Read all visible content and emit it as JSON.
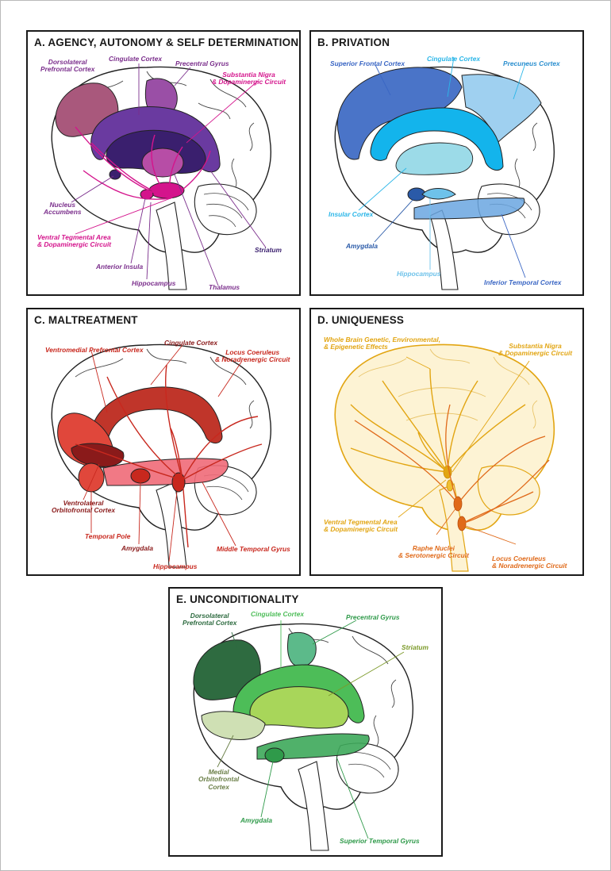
{
  "colors": {
    "agency": "#7b2f8c",
    "agency_pink": "#d4148c",
    "privation": "#3a66c4",
    "privation_light": "#2bb6e8",
    "maltreatment": "#c8281e",
    "uniqueness": "#e2a512",
    "uniqueness_orange": "#e06a1a",
    "unconditionality": "#2f9a4a",
    "unconditionality_olive": "#7c9a2a"
  },
  "panels": {
    "a": {
      "title": "A. AGENCY, AUTONOMY & SELF DETERMINATION",
      "labels": {
        "dlpfc": [
          "Dorsolateral",
          "Prefrontal Cortex"
        ],
        "cingulate": "Cingulate Cortex",
        "precentral": "Precentral Gyrus",
        "substantia": [
          "Substantia Nigra",
          "& Dopaminergic Circuit"
        ],
        "nucleus": [
          "Nucleus",
          "Accumbens"
        ],
        "vta": [
          "Ventral Tegmental Area",
          "& Dopaminergic Circuit"
        ],
        "striatum": "Striatum",
        "insula": "Anterior Insula",
        "hippocampus": "Hippocampus",
        "thalamus": "Thalamus"
      }
    },
    "b": {
      "title": "B. PRIVATION",
      "labels": {
        "superior_frontal": "Superior Frontal Cortex",
        "cingulate": "Cingulate Cortex",
        "precuneus": "Precuneus Cortex",
        "insular": "Insular Cortex",
        "amygdala": "Amygdala",
        "hippocampus": "Hippocampus",
        "inferior_temporal": "Inferior Temporal Cortex"
      }
    },
    "c": {
      "title": "C. MALTREATMENT",
      "labels": {
        "vmpfc": "Ventromedial Prefrontal Cortex",
        "cingulate": "Cingulate Cortex",
        "locus": [
          "Locus Coeruleus",
          "& Noradrenergic Circuit"
        ],
        "vlofc": [
          "Ventrolateral",
          "Orbitofrontal Cortex"
        ],
        "temporal_pole": "Temporal Pole",
        "amygdala": "Amygdala",
        "hippocampus": "Hippocampus",
        "middle_temporal": "Middle Temporal Gyrus"
      }
    },
    "d": {
      "title": "D. UNIQUENESS",
      "labels": {
        "whole_brain": [
          "Whole Brain Genetic, Environmental,",
          "& Epigenetic Effects"
        ],
        "substantia": [
          "Substantia Nigra",
          "& Dopaminergic Circuit"
        ],
        "vta": [
          "Ventral Tegmental Area",
          "& Dopaminergic Circuit"
        ],
        "raphe": [
          "Raphe Nuclei",
          "& Serotonergic Circuit"
        ],
        "locus": [
          "Locus Coeruleus",
          "& Noradrenergic Circuit"
        ]
      }
    },
    "e": {
      "title": "E. UNCONDITIONALITY",
      "labels": {
        "dlpfc": [
          "Dorsolateral",
          "Prefrontal Cortex"
        ],
        "cingulate": "Cingulate Cortex",
        "precentral": "Precentral Gyrus",
        "striatum": "Striatum",
        "mofc": [
          "Medial",
          "Orbitofrontal",
          "Cortex"
        ],
        "amygdala": "Amygdala",
        "superior_temporal": "Superior Temporal Gyrus"
      }
    }
  }
}
